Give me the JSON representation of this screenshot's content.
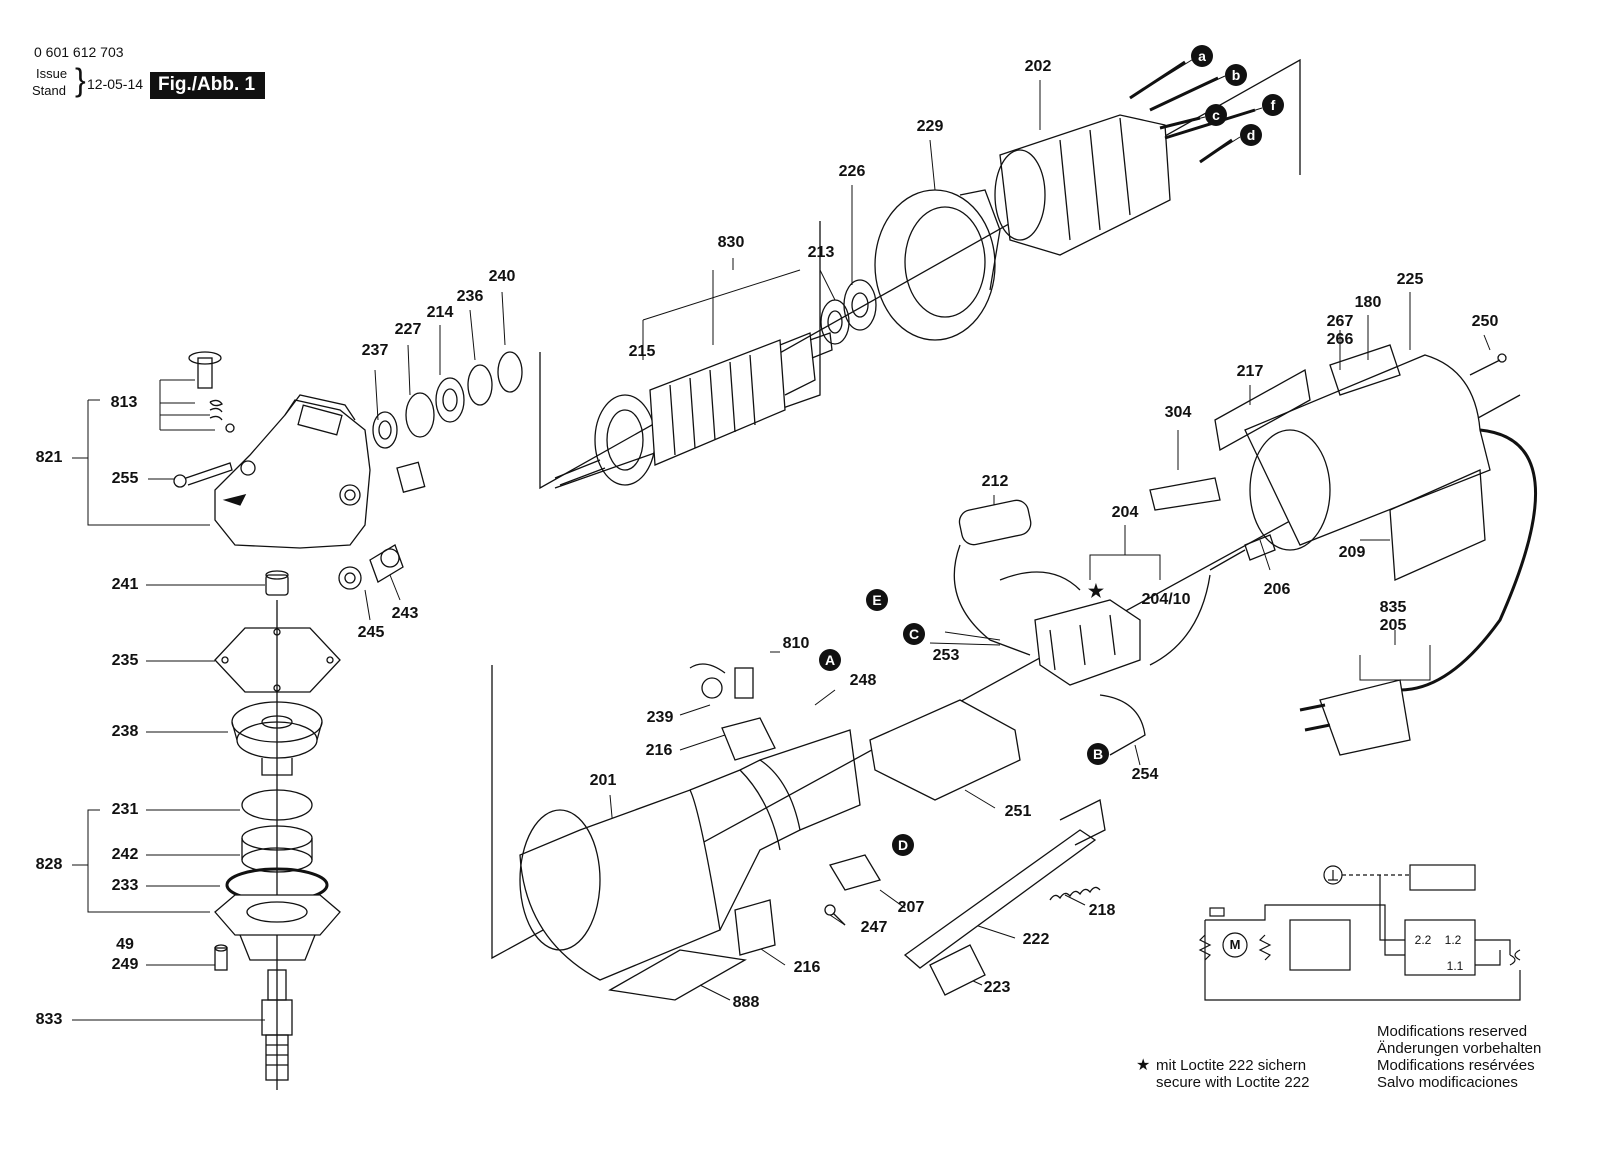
{
  "header": {
    "part_number": "0 601 612 703",
    "issue_label": "Issue",
    "stand_label": "Stand",
    "date": "12-05-14",
    "figure": "Fig./Abb. 1"
  },
  "part_labels": {
    "p202": "202",
    "p229": "229",
    "p226": "226",
    "p830": "830",
    "p213": "213",
    "p215": "215",
    "p240": "240",
    "p236": "236",
    "p214": "214",
    "p227": "227",
    "p237": "237",
    "p813": "813",
    "p821": "821",
    "p255": "255",
    "p241": "241",
    "p245": "245",
    "p243": "243",
    "p235": "235",
    "p238": "238",
    "p231": "231",
    "p242": "242",
    "p828": "828",
    "p233": "233",
    "p49": "49",
    "p249": "249",
    "p833": "833",
    "p225": "225",
    "p180": "180",
    "p267": "267",
    "p266": "266",
    "p250": "250",
    "p217": "217",
    "p304": "304",
    "p212": "212",
    "p204": "204",
    "p204_10": "204/10",
    "p206": "206",
    "p209": "209",
    "p253": "253",
    "p835": "835",
    "p205": "205",
    "p810": "810",
    "p248": "248",
    "p239": "239",
    "p216a": "216",
    "p201": "201",
    "p254": "254",
    "p251": "251",
    "p207": "207",
    "p247": "247",
    "p218": "218",
    "p222": "222",
    "p216b": "216",
    "p223": "223",
    "p888": "888"
  },
  "connectors": {
    "a": "a",
    "b": "b",
    "c": "c",
    "d": "d",
    "f": "f",
    "A": "A",
    "B": "B",
    "C": "C",
    "D": "D",
    "E": "E"
  },
  "schematic": {
    "motor": "M",
    "pos1": "2.2",
    "pos2": "1.2",
    "pos3": "1.1"
  },
  "notes": {
    "loctite_star": "★",
    "loctite_de": "mit Loctite 222 sichern",
    "loctite_en": "secure with Loctite 222",
    "mod_en": "Modifications reserved",
    "mod_de": "Änderungen vorbehalten",
    "mod_fr": "Modifications resérvées",
    "mod_es": "Salvo modificaciones"
  }
}
